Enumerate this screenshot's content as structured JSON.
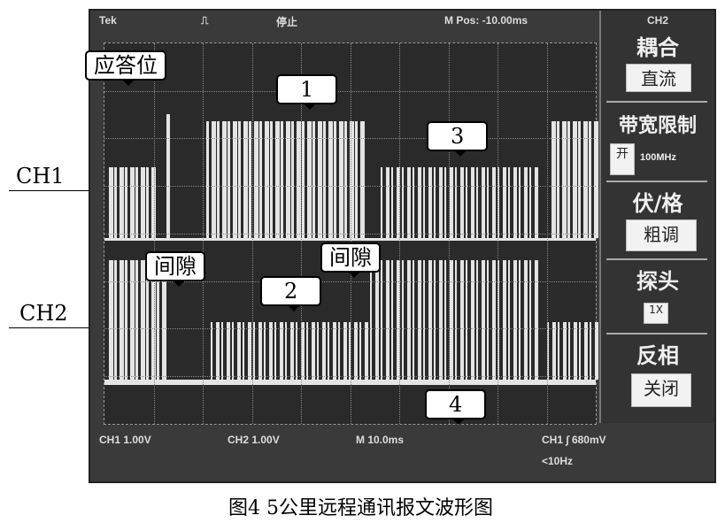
{
  "scope": {
    "top": {
      "brand": "Tek",
      "trigger_icon": "⎍",
      "state": "停止",
      "mpos": "M Pos: -10.00ms",
      "channel": "CH2"
    },
    "bottom": {
      "ch1": "CH1  1.00V",
      "ch2": "CH2  1.00V",
      "time": "M 10.0ms",
      "trigger": "CH1 ∫ 680mV",
      "freq": "<10Hz"
    },
    "menu": {
      "coupling": "耦合",
      "coupling_val": "直流",
      "bw": "带宽限制",
      "bw_state": "开",
      "bw_val": "100MHz",
      "vdiv": "伏/格",
      "vdiv_val": "粗调",
      "probe": "探头",
      "probe_val": "1X",
      "invert": "反相",
      "invert_val": "关闭"
    },
    "callouts": {
      "ack": "应答位",
      "n1": "1",
      "n2": "2",
      "n3": "3",
      "n4": "4",
      "gap1": "间隙",
      "gap2": "间隙"
    }
  },
  "labels": {
    "ch1": "CH1",
    "ch2": "CH2"
  },
  "caption": "图4  5公里远程通讯报文波形图"
}
